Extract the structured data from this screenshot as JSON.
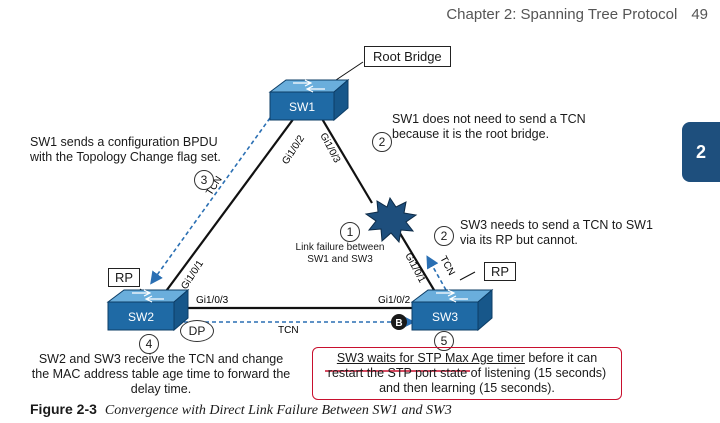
{
  "header": {
    "chapter": "Chapter 2: Spanning Tree Protocol",
    "page": "49"
  },
  "side_tab": "2",
  "switches": {
    "sw1": "SW1",
    "sw2": "SW2",
    "sw3": "SW3"
  },
  "labels": {
    "root_bridge": "Root Bridge",
    "rp_sw2": "RP",
    "rp_sw3": "RP",
    "dp": "DP",
    "b_marker": "B",
    "tcn_left": "TCN",
    "tcn_bottom": "TCN",
    "tcn_right": "TCN",
    "link_failure": "Link failure between SW1 and SW3"
  },
  "ports": {
    "sw1_left": "Gi1/0/2",
    "sw1_right": "Gi1/0/3",
    "sw2_up": "Gi1/0/1",
    "sw2_right": "Gi1/0/3",
    "sw3_left": "Gi1/0/2",
    "sw3_up": "Gi1/0/1"
  },
  "steps": {
    "n1": "1",
    "n2a": "2",
    "n2b": "2",
    "n3": "3",
    "n4": "4",
    "n5": "5",
    "sw1_sends": "SW1 sends a configuration BPDU with the Topology Change flag set.",
    "sw1_no_tcn": "SW1 does not need to send a TCN because it is the root bridge.",
    "sw3_needs": "SW3 needs to send a TCN to SW1 via its RP but cannot.",
    "sw2_sw3_receive": "SW2 and SW3 receive the TCN and change the MAC address table age time to forward the delay time.",
    "sw3_waits_ul": "SW3 waits for STP Max Age timer",
    "sw3_waits_rest": " before it can restart the STP port state of listening (15 seconds) and then learning (15 seconds)."
  },
  "caption": {
    "label": "Figure 2-3",
    "title": "Convergence with Direct Link Failure Between SW1 and SW3"
  },
  "colors": {
    "switch_front": "#1f6aa5",
    "switch_top": "#6aaedc",
    "tcn_arrow": "#2a6fb3",
    "highlight_box": "#c8102e",
    "tab": "#1e4f7d"
  }
}
